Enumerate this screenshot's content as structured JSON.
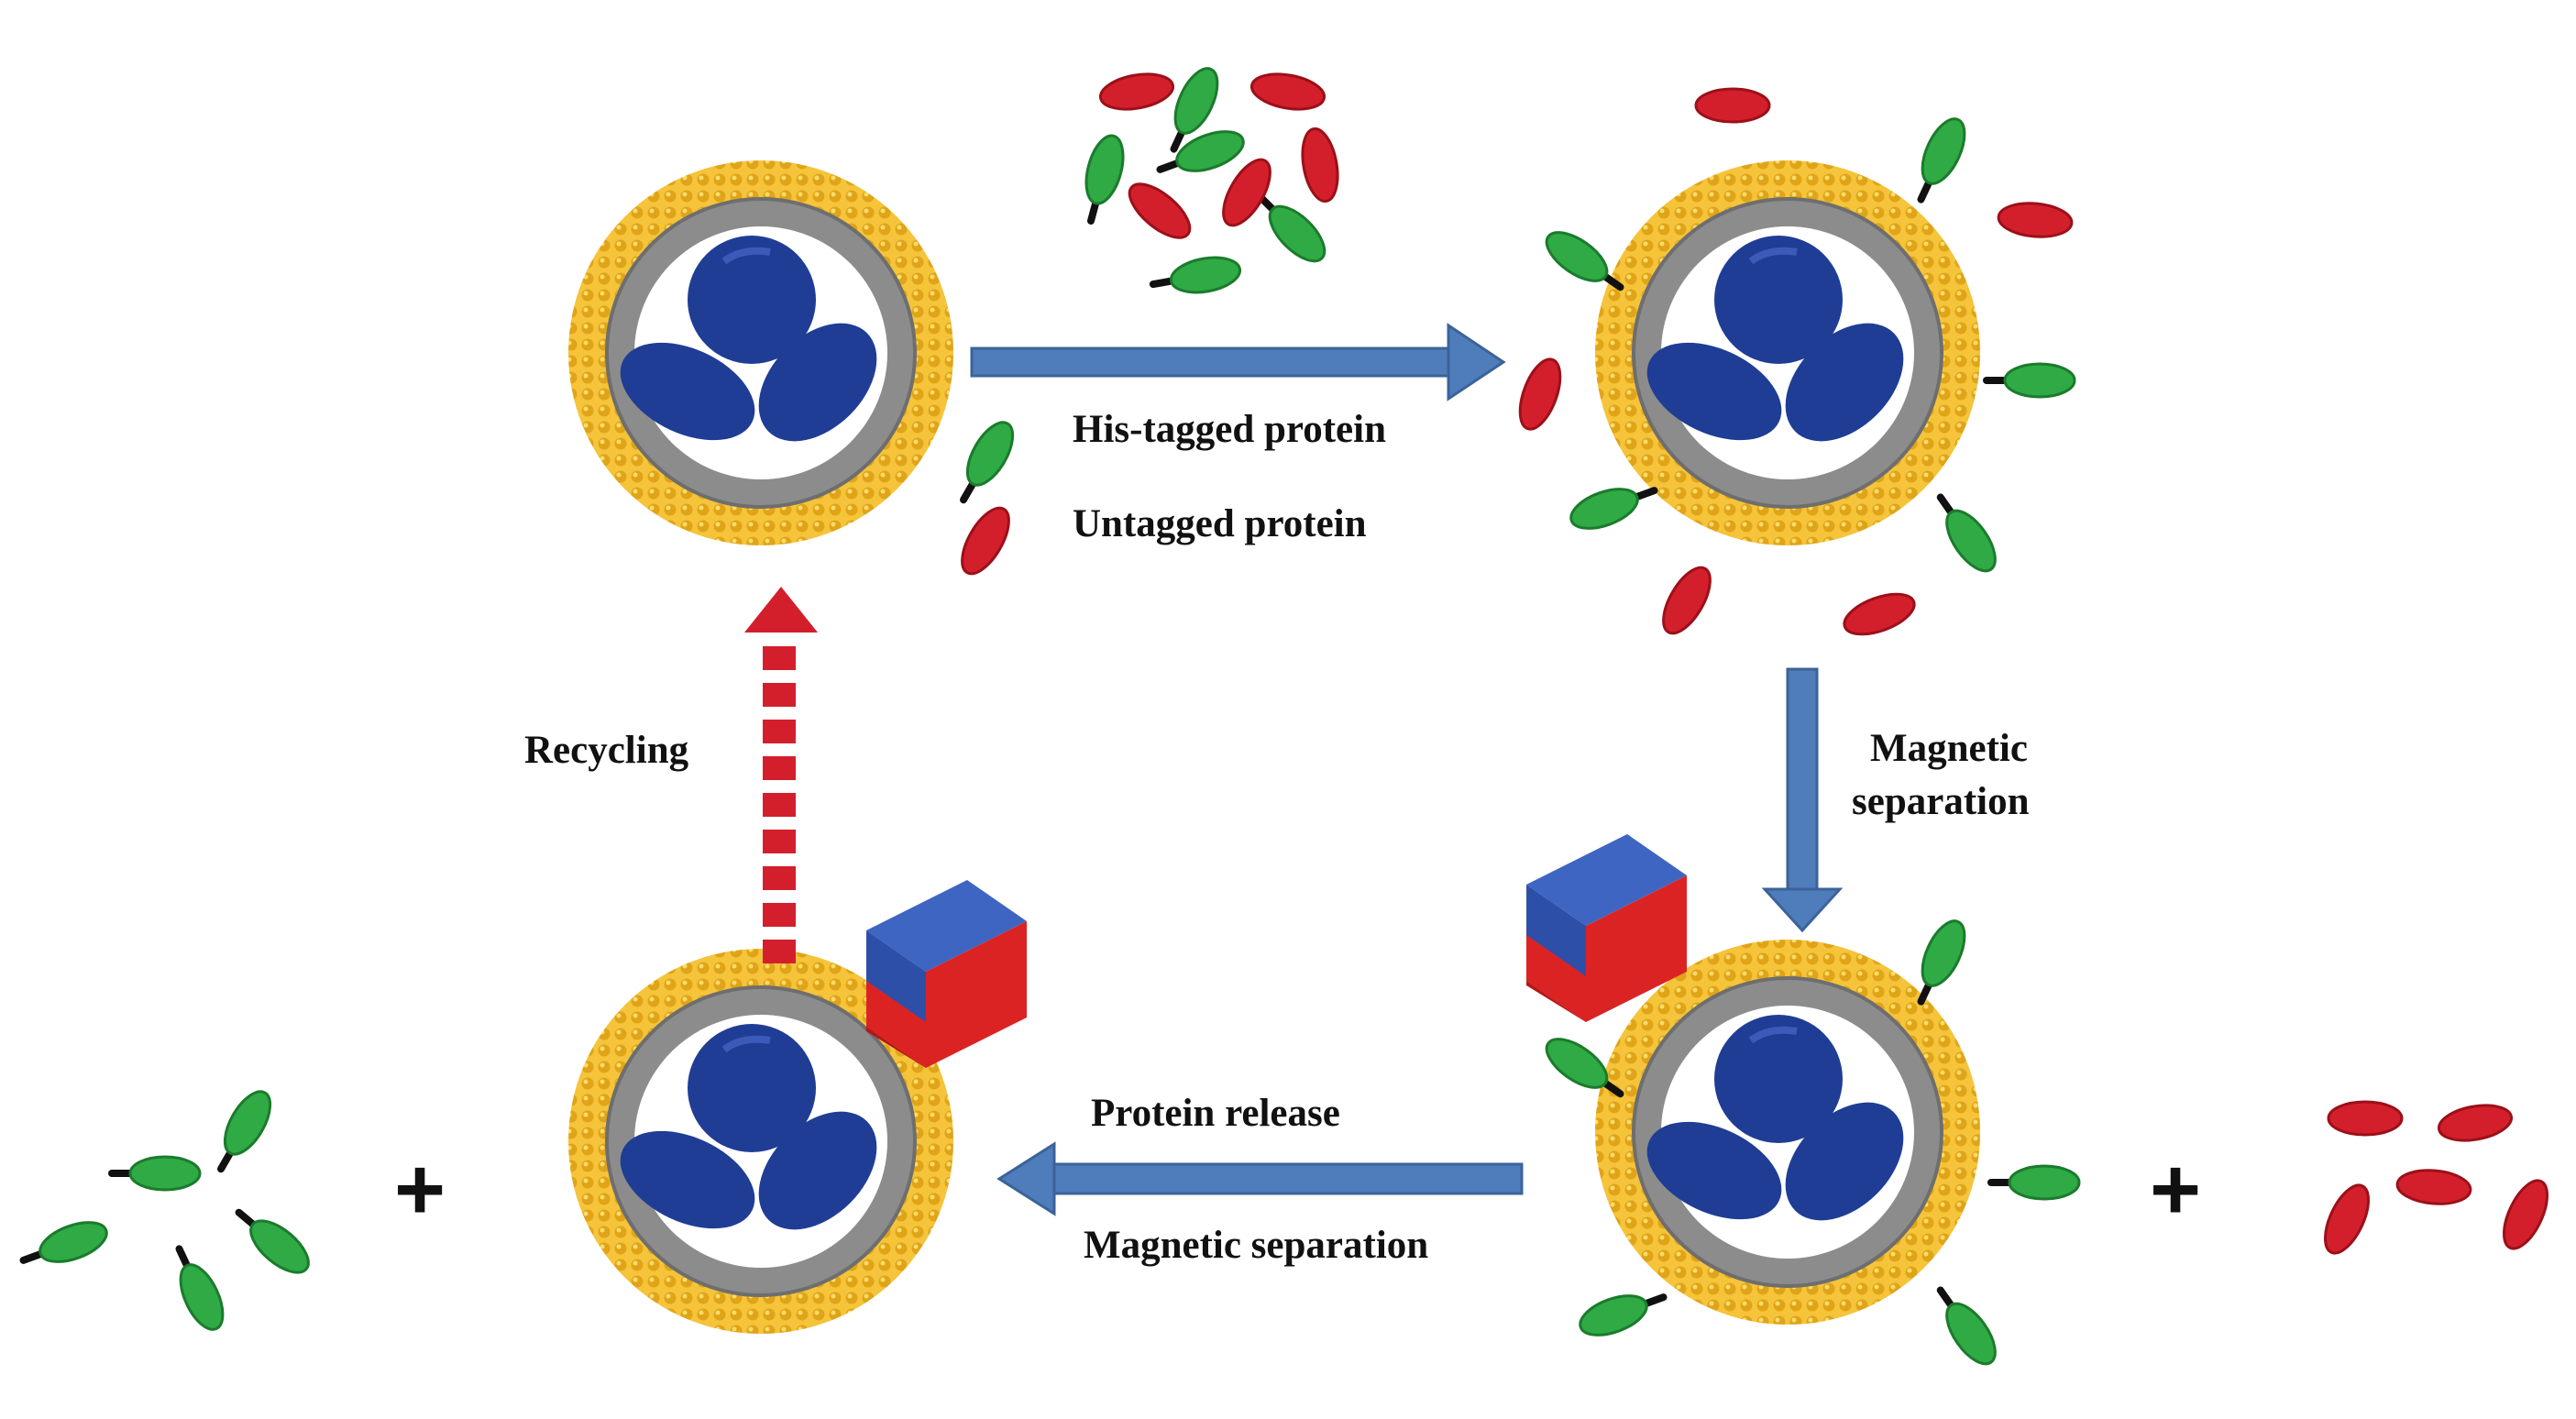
{
  "labels": {
    "his_tagged": "His-tagged protein",
    "untagged": "Untagged protein",
    "magnetic_sep_1": "Magnetic",
    "magnetic_sep_2": "separation",
    "protein_release": "Protein release",
    "magnetic_separation_bottom": "Magnetic separation",
    "recycling": "Recycling",
    "plus": "+"
  },
  "colors": {
    "shell": "#f0bd2a",
    "shell_bead": "#e3a51a",
    "ring": "#8c8c8c",
    "core": "#1f3d95",
    "tagged_protein": "#2faa45",
    "untagged_protein": "#d31f2c",
    "arrow": "#4f7dbb",
    "recycle_arrow": "#d31f2c",
    "magnet_blue": "#2e4fa8",
    "magnet_red": "#dc2323"
  },
  "icons": {
    "nanoparticle": "magnetic-nanoparticle-icon",
    "tagged": "his-tagged-protein-icon",
    "untagged": "untagged-protein-icon",
    "magnet": "magnet-icon"
  }
}
